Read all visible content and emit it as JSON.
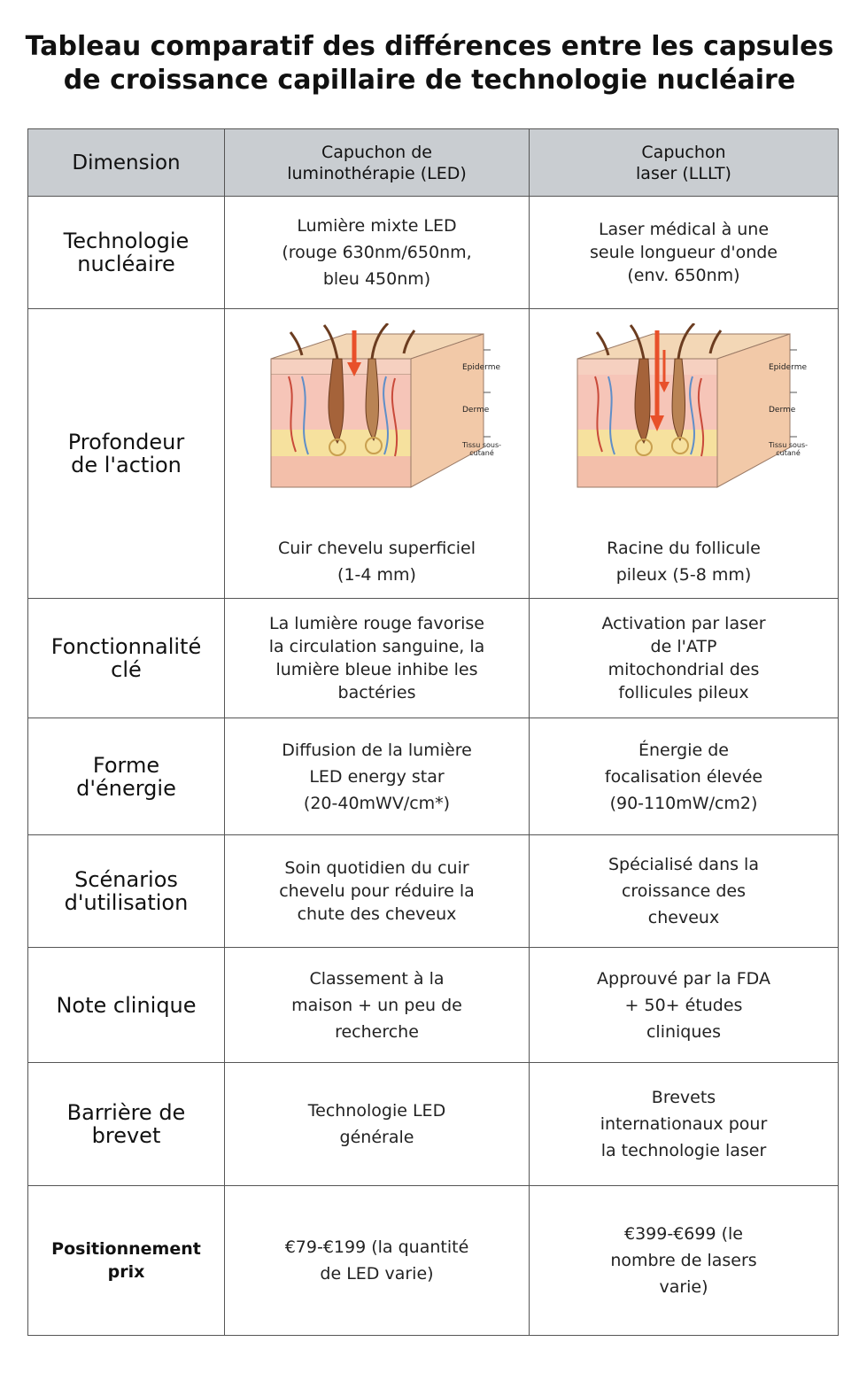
{
  "title": {
    "line1": "Tableau comparatif des différences entre les capsules",
    "line2": "de croissance capillaire de technologie nucléaire"
  },
  "header": {
    "dimension": "Dimension",
    "led": "Capuchon de\nluminothérapie (LED)",
    "laser": "Capuchon\nlaser (LLLT)"
  },
  "diagram_labels": {
    "epiderme": "Epiderme",
    "derme": "Derme",
    "tissu": "Tissu sous-\ncutané"
  },
  "rows": [
    {
      "label": "Technologie\nnucléaire",
      "led": "Lumière mixte LED\n(rouge 630nm/650nm,\nbleu 450nm)",
      "laser": "Laser médical à une\nseule longueur d'onde\n(env. 650nm)"
    },
    {
      "label": "Profondeur\nde l'action",
      "led": "Cuir chevelu superficiel\n(1-4 mm)",
      "laser": "Racine du follicule\npileux (5-8 mm)"
    },
    {
      "label": "Fonctionnalité\nclé",
      "led": "La lumière rouge favorise\nla circulation sanguine, la\nlumière bleue inhibe les\nbactéries",
      "laser": "Activation par laser\nde l'ATP\nmitochondrial des\nfollicules pileux"
    },
    {
      "label": "Forme\nd'énergie",
      "led": "Diffusion de la lumière\nLED energy star\n(20-40mWV/cm*)",
      "laser": "Énergie de\nfocalisation élevée\n(90-110mW/cm2)"
    },
    {
      "label": "Scénarios\nd'utilisation",
      "led": "Soin quotidien du cuir\nchevelu pour réduire la\nchute des cheveux",
      "laser": "Spécialisé dans la\ncroissance des\ncheveux"
    },
    {
      "label": "Note clinique",
      "led": "Classement à la\nmaison + un peu de\nrecherche",
      "laser": "Approuvé par la FDA\n+ 50+ études\ncliniques"
    },
    {
      "label": "Barrière de\nbrevet",
      "led": "Technologie LED\ngénérale",
      "laser": "Brevets\ninternationaux pour\nla technologie laser"
    },
    {
      "label": "Positionnement\nprix",
      "led": "€79-€199 (la quantité\nde LED varie)",
      "laser": "€399-€699 (le\nnombre de lasers\nvarie)"
    }
  ]
}
